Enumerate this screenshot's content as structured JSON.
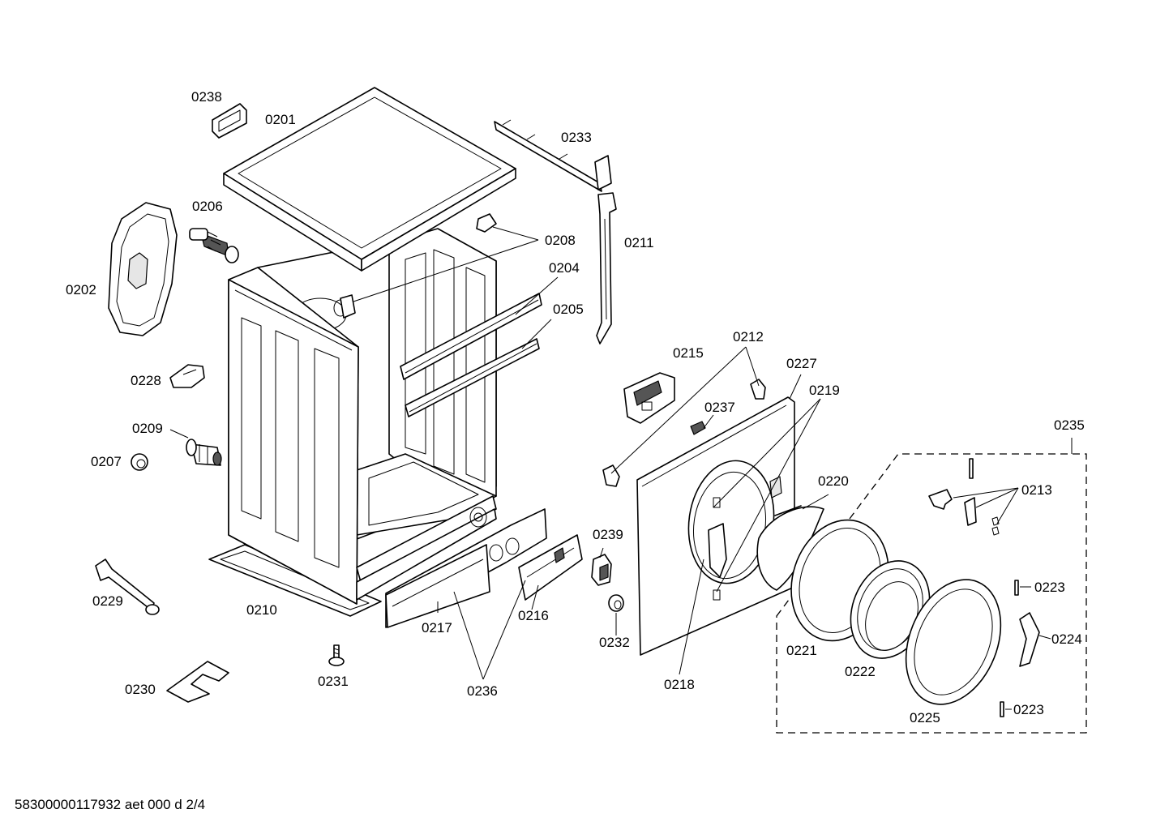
{
  "labels": {
    "p0238": "0238",
    "p0201": "0201",
    "p0233": "0233",
    "p0206": "0206",
    "p0208": "0208",
    "p0211": "0211",
    "p0204": "0204",
    "p0202": "0202",
    "p0205": "0205",
    "p0228": "0228",
    "p0212": "0212",
    "p0215": "0215",
    "p0227": "0227",
    "p0219": "0219",
    "p0237": "0237",
    "p0209": "0209",
    "p0207": "0207",
    "p0235": "0235",
    "p0220": "0220",
    "p0213": "0213",
    "p0239": "0239",
    "p0229": "0229",
    "p0223a": "0223",
    "p0210": "0210",
    "p0217": "0217",
    "p0216": "0216",
    "p0224": "0224",
    "p0232": "0232",
    "p0221": "0221",
    "p0222": "0222",
    "p0231": "0231",
    "p0218": "0218",
    "p0230": "0230",
    "p0236": "0236",
    "p0223b": "0223",
    "p0225": "0225"
  },
  "footer": "58300000117932 aet 000 d 2/4"
}
